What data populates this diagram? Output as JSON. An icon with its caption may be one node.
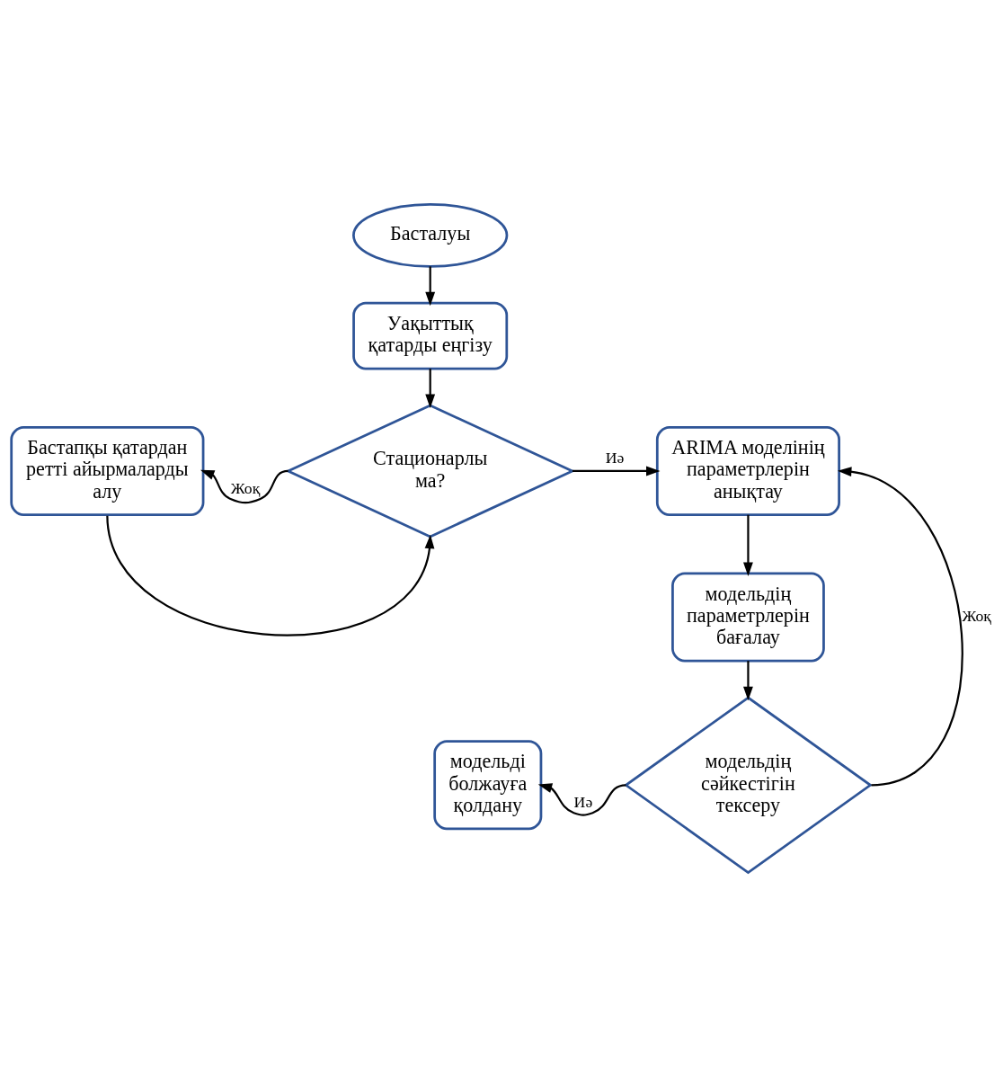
{
  "diagram": {
    "nodes": [
      {
        "text": [
          "Басталуы"
        ]
      },
      {
        "text": [
          "Уақыттық қатарды еңгізу"
        ]
      },
      {
        "text": [
          "Бастапқы қатардан ретті айырмаларды алу"
        ]
      },
      {
        "text": [
          "Стационарлы ма?"
        ]
      },
      {
        "text": [
          "ARIMA моделінің параметрлерін анықтау"
        ]
      },
      {
        "text": [
          "модельдің параметрлерін бағалау"
        ]
      },
      {
        "text": [
          "модельді болжауға қолдану"
        ]
      },
      {
        "text": [
          "модельдің сәйкестігін тексеру"
        ]
      }
    ],
    "edges": [
      {
        "from": 0,
        "to": 1,
        "arrow": "to"
      },
      {
        "from": 1,
        "to": 3,
        "arrow": "to"
      },
      {
        "from": 3,
        "to": 2,
        "arrow": "to",
        "label": "Жоқ"
      },
      {
        "from": 2,
        "to": 3,
        "arrow": "to"
      },
      {
        "from": 3,
        "to": 4,
        "arrow": "to",
        "label": "Иә"
      },
      {
        "from": 4,
        "to": 5,
        "arrow": "to"
      },
      {
        "from": 5,
        "to": 7,
        "arrow": "to"
      },
      {
        "from": 7,
        "to": 6,
        "arrow": "to",
        "label": "Иә"
      },
      {
        "from": 7,
        "to": 4,
        "arrow": "to",
        "label": "Жоқ"
      }
    ]
  }
}
